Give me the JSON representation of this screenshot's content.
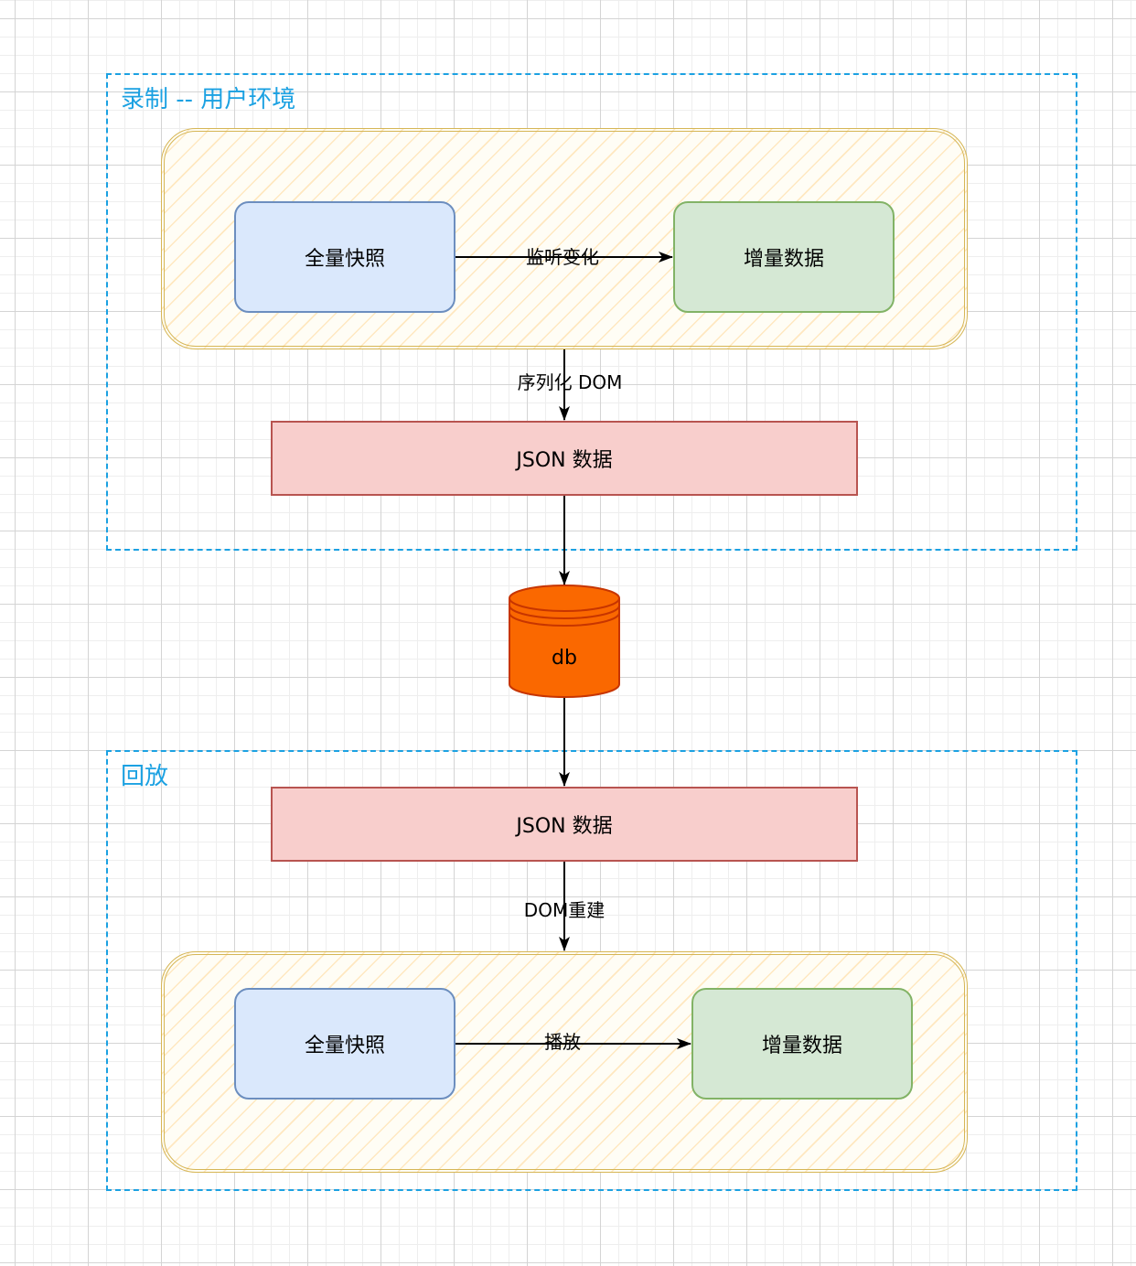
{
  "record_group": {
    "title": "录制 -- 用户环境",
    "full_snapshot": "全量快照",
    "incremental_data": "增量数据",
    "edge_monitor": "监听变化",
    "edge_serialize": "序列化 DOM",
    "json_data": "JSON 数据"
  },
  "database": {
    "label": "db"
  },
  "replay_group": {
    "title": "回放",
    "json_data": "JSON 数据",
    "edge_rebuild": "DOM重建",
    "full_snapshot": "全量快照",
    "incremental_data": "增量数据",
    "edge_play": "播放"
  },
  "colors": {
    "group_border": "#1ba1e2",
    "env_border": "#d6b656",
    "snapshot_fill": "#dae8fc",
    "snapshot_border": "#6c8ebf",
    "incremental_fill": "#d5e8d4",
    "incremental_border": "#82b366",
    "json_fill": "#f8cecc",
    "json_border": "#b85450",
    "db_fill": "#fa6800",
    "db_border": "#c73500"
  }
}
